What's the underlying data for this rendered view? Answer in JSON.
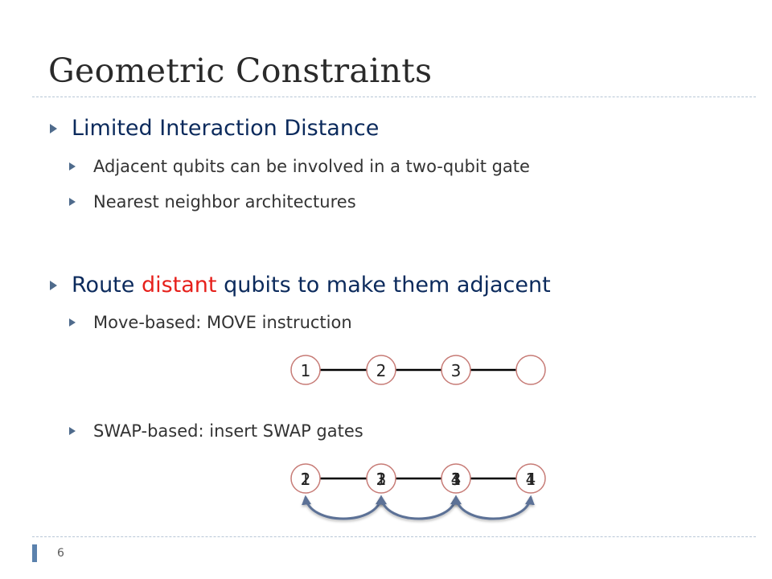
{
  "slide": {
    "title": "Geometric Constraints",
    "page_number": "6"
  },
  "bullets": {
    "b1": "Limited Interaction Distance",
    "b1_sub1": "Adjacent qubits can be involved in a two-qubit gate",
    "b1_sub2": "Nearest neighbor architectures",
    "b2_before": "Route ",
    "b2_highlight": "distant",
    "b2_after": " qubits to make them adjacent",
    "b2_sub1": "Move-based: MOVE instruction",
    "b2_sub2": "SWAP-based: insert SWAP gates"
  },
  "move_diagram": {
    "labels": [
      "1",
      "2",
      "3",
      ""
    ]
  },
  "swap_diagram": {
    "stacked_labels": [
      [
        "1",
        "2"
      ],
      [
        "1",
        "2",
        "3"
      ],
      [
        "1",
        "3",
        "4"
      ],
      [
        "1",
        "4"
      ]
    ]
  },
  "colors": {
    "title": "#2a2a2a",
    "level1_text": "#0b2a5c",
    "level2_text": "#333333",
    "highlight": "#e6201b",
    "bullet": "#4f6b8c",
    "node_border": "#c77b76",
    "connector": "#000000",
    "swap_arc": "#5c7196",
    "rule": "#b7c6d6",
    "footer_mark": "#5b82ad"
  }
}
